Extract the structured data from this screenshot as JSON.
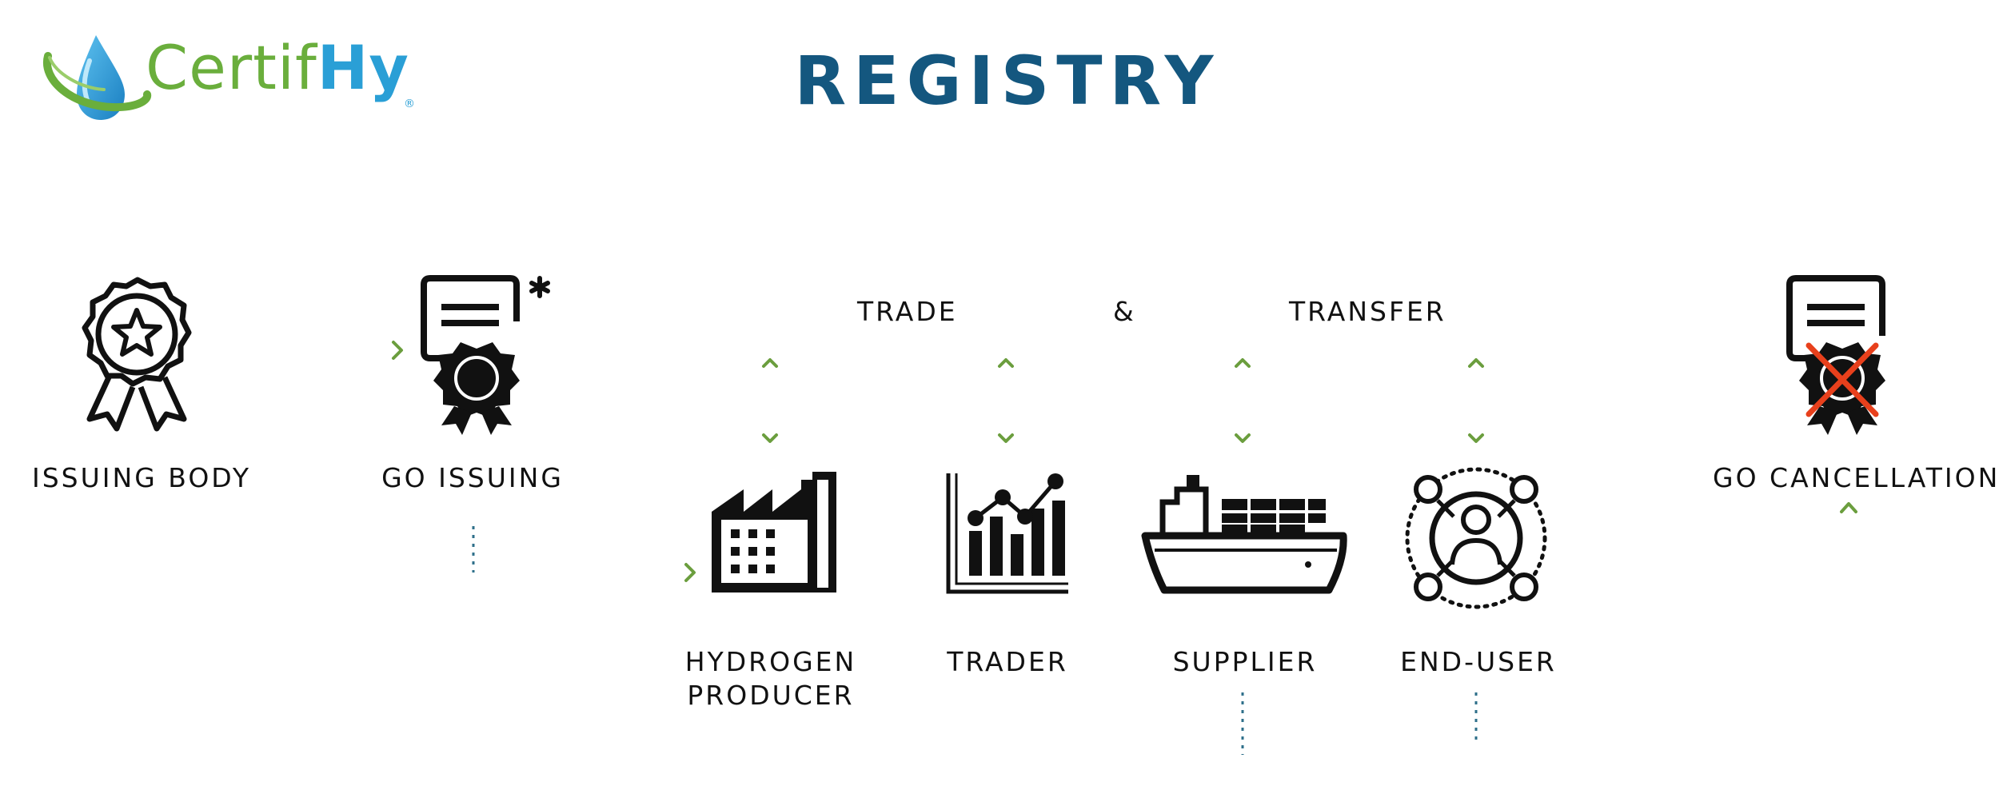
{
  "logo": {
    "part1": "Certif",
    "part2": "Hy",
    "mark": "®"
  },
  "title": "REGISTRY",
  "trade_row": {
    "trade": "TRADE",
    "and": "&",
    "transfer": "TRANSFER"
  },
  "nodes": {
    "issuing_body": {
      "label": "ISSUING BODY",
      "icon": "award-badge-icon"
    },
    "go_issuing": {
      "label": "GO ISSUING",
      "icon": "certificate-icon",
      "note": "*"
    },
    "hydrogen_producer": {
      "line1": "HYDROGEN",
      "line2": "PRODUCER",
      "icon": "factory-icon"
    },
    "trader": {
      "label": "TRADER",
      "icon": "bar-chart-icon"
    },
    "supplier": {
      "label": "SUPPLIER",
      "icon": "cargo-ship-icon"
    },
    "end_user": {
      "label": "END-USER",
      "icon": "user-network-icon"
    },
    "go_cancellation": {
      "label": "GO CANCELLATION",
      "icon": "cancelled-certificate-icon"
    }
  },
  "colors": {
    "title": "#14577f",
    "line_blue": "#2e6f8a",
    "line_green": "#6b9e3e",
    "cancel_cross": "#e8401c",
    "logo_green": "#6aae3c",
    "logo_blue": "#2a9fd6"
  }
}
